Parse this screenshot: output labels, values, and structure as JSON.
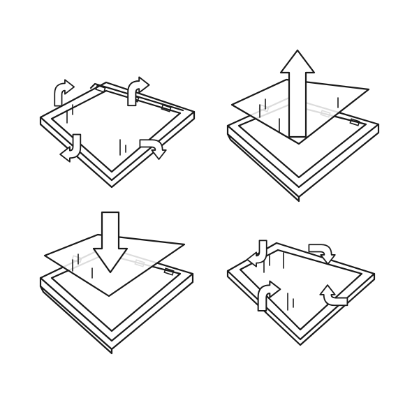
{
  "diagram": {
    "type": "instruction-illustration",
    "panels": [
      {
        "step": 1,
        "action": "open-frame-edges",
        "arrow_icon": "curved-arrow-icon",
        "arrow_count": 4
      },
      {
        "step": 2,
        "action": "remove-old-sheet",
        "arrow_icon": "arrow-up-icon",
        "arrow_count": 1
      },
      {
        "step": 3,
        "action": "insert-new-sheet",
        "arrow_icon": "arrow-down-icon",
        "arrow_count": 1
      },
      {
        "step": 4,
        "action": "close-frame-edges",
        "arrow_icon": "curved-arrow-icon",
        "arrow_count": 4
      }
    ],
    "line_color": "#1a1a1a",
    "background_color": "#ffffff"
  }
}
